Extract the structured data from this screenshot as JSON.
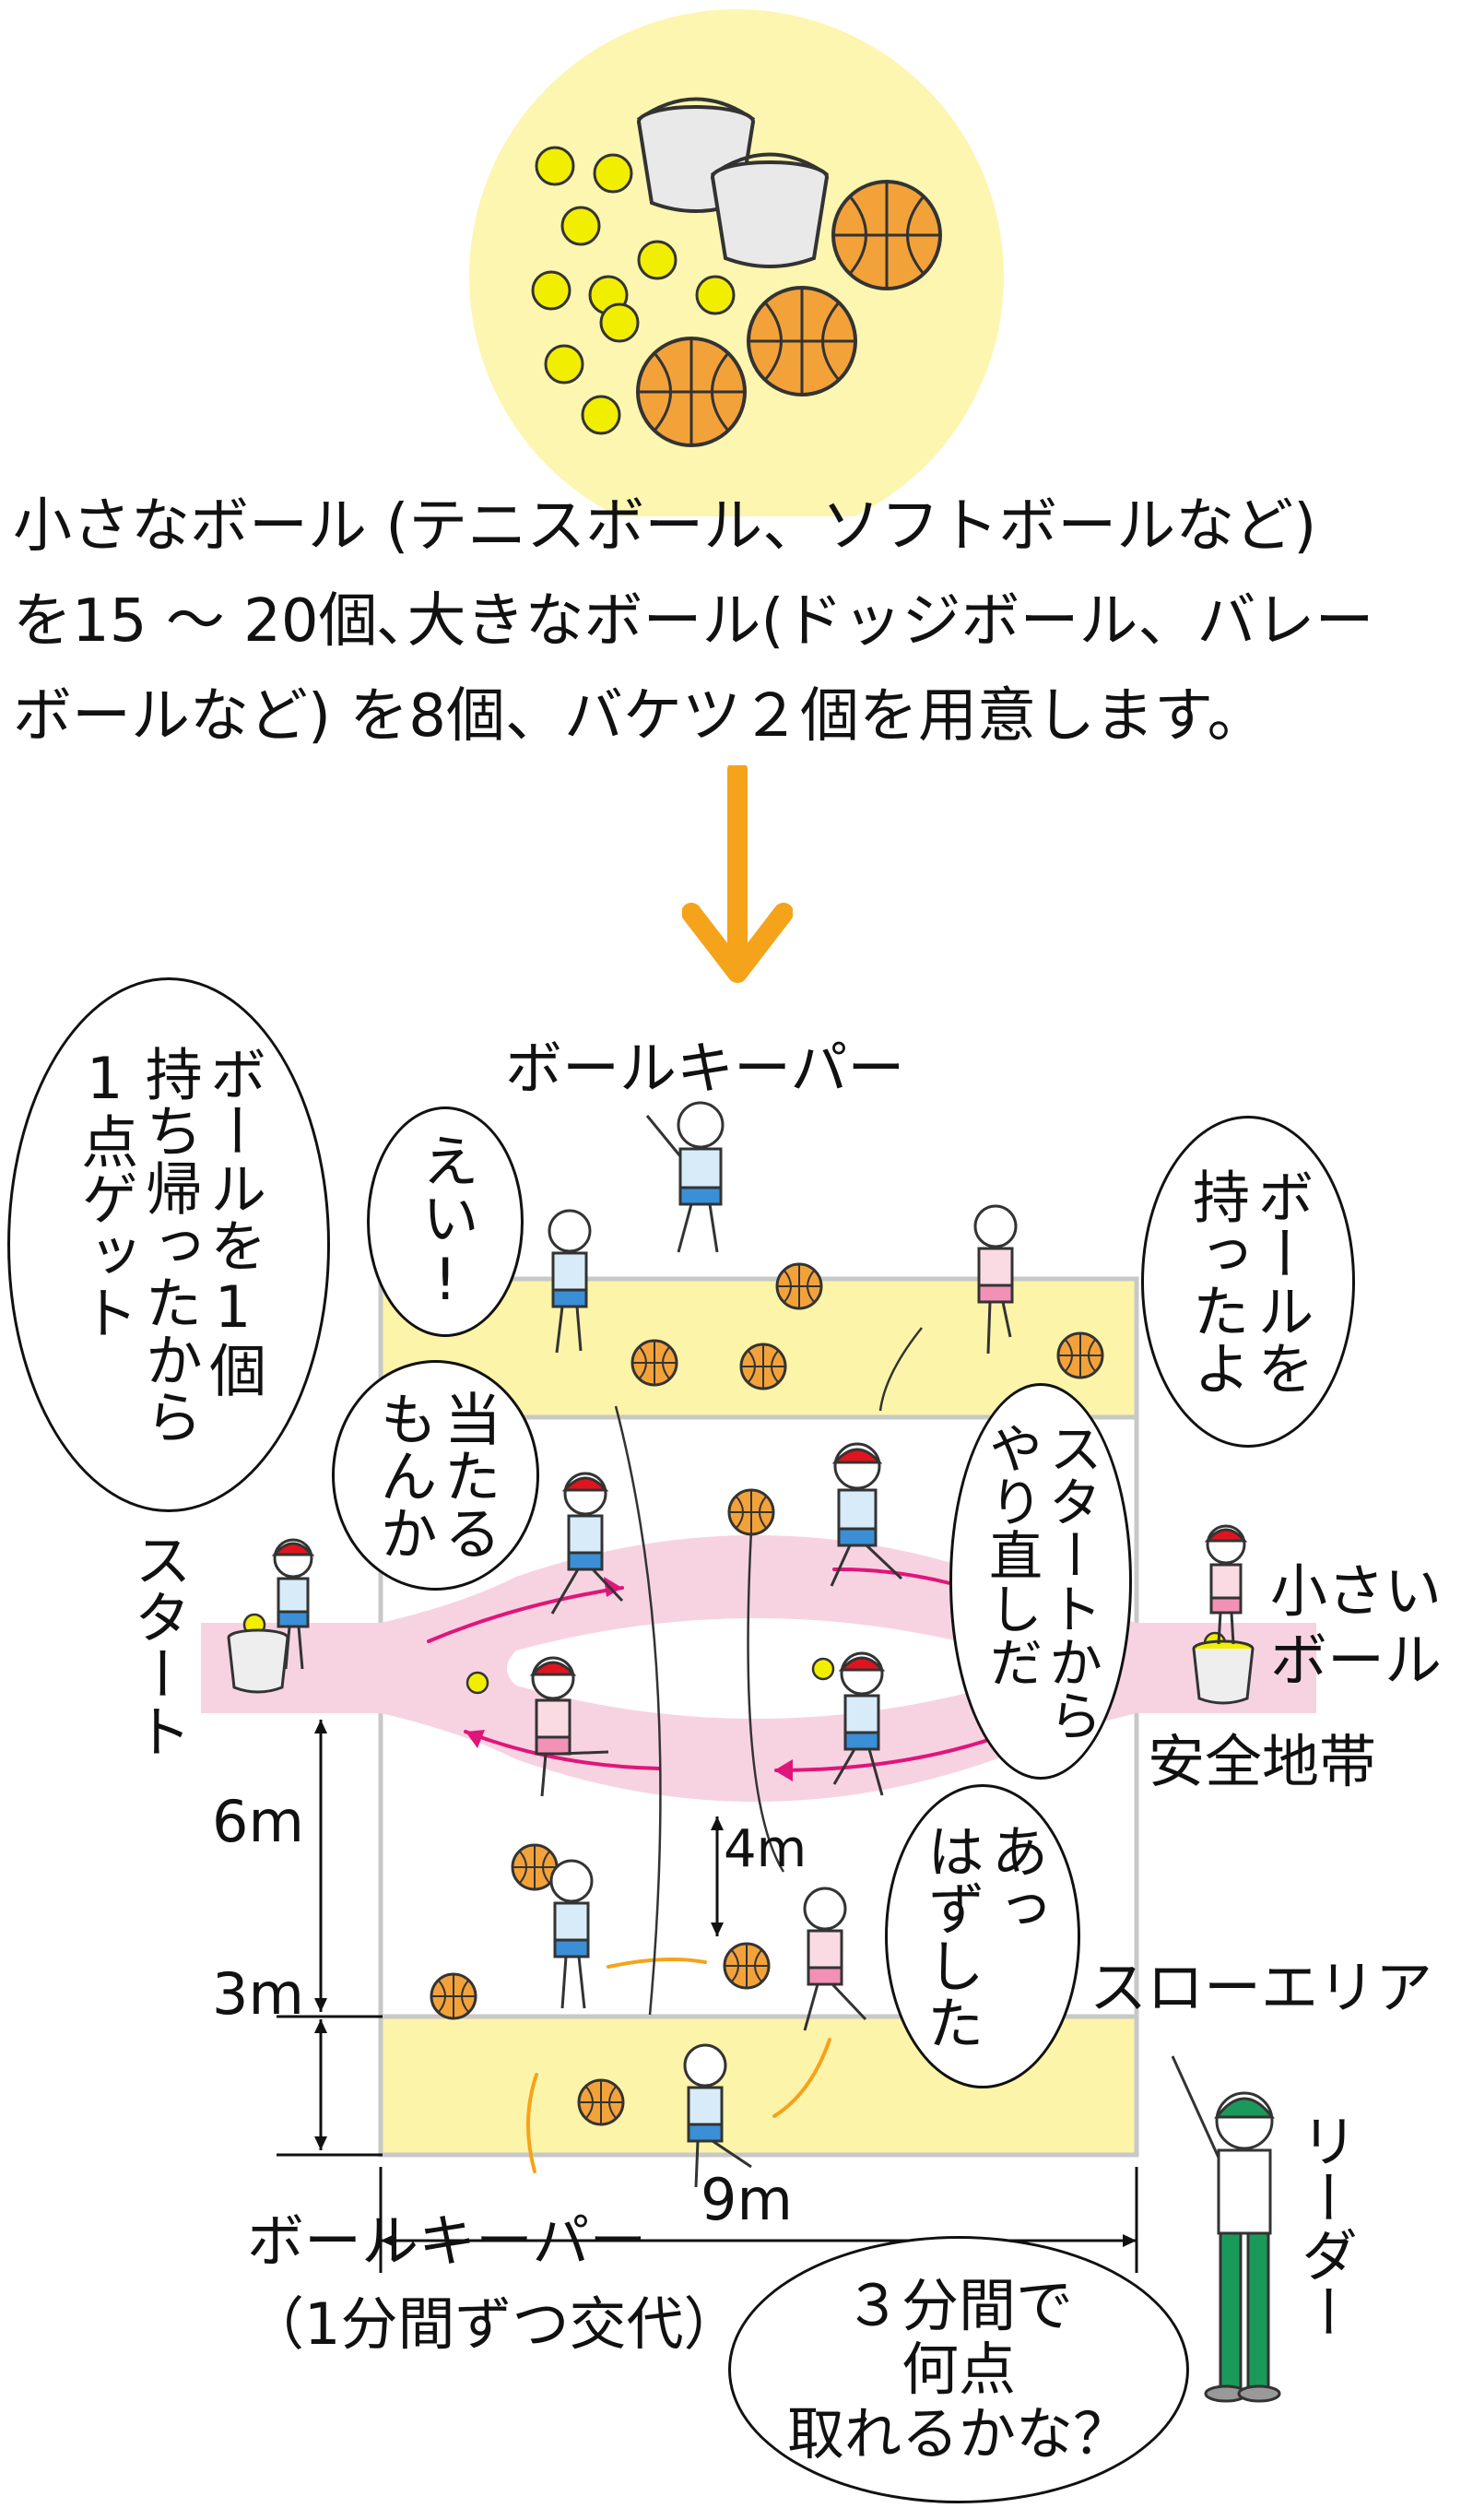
{
  "intro": {
    "line1": "小さなボール (テニスボール、ソフトボールなど)",
    "line2": "を15 ～ 20個､大きなボール(ドッジボール、バレー",
    "line3": "ボールなど) を8個、バケツ２個を用意します。"
  },
  "labels": {
    "ballkeeper_top": "ボールキーパー",
    "ballkeeper_bottom_1": "ボールキーパー",
    "ballkeeper_bottom_2": "（1分間ずつ交代）",
    "start": "スタート",
    "small_ball_1": "小さい",
    "small_ball_2": "ボール",
    "safety_zone": "安全地帯",
    "throw_area": "スローエリア",
    "leader": "リーダー",
    "dim_6m": "6m",
    "dim_3m": "3m",
    "dim_4m": "4m",
    "dim_9m": "9m"
  },
  "bubbles": {
    "get_point": [
      "ボールを1個",
      "持ち帰ったから",
      "1点ゲット"
    ],
    "eii": [
      "えい!"
    ],
    "wont_hit": [
      "当たる",
      "もんか"
    ],
    "got_ball": [
      "ボールを",
      "持ったよ"
    ],
    "redo": [
      "スタートから",
      "やり直しだ"
    ],
    "missed": [
      "あっ",
      "はずした"
    ],
    "leader_q": [
      "３分間で",
      "何点",
      "取れるかな？"
    ]
  },
  "colors": {
    "circle_bg": "#fcf6b0",
    "throw_zone": "#fcf4a8",
    "path_pink": "#f7d3e2",
    "arrow_orange": "#f5a31a",
    "arrow_magenta": "#e0157a",
    "tennis_ball": "#f2ee00",
    "big_ball": "#f3a23a",
    "court_line": "#c8c8c8"
  },
  "icons": [
    "bucket-icon",
    "tennis-ball-icon",
    "basketball-icon",
    "child-figure-icon",
    "leader-figure-icon",
    "down-arrow-icon"
  ]
}
